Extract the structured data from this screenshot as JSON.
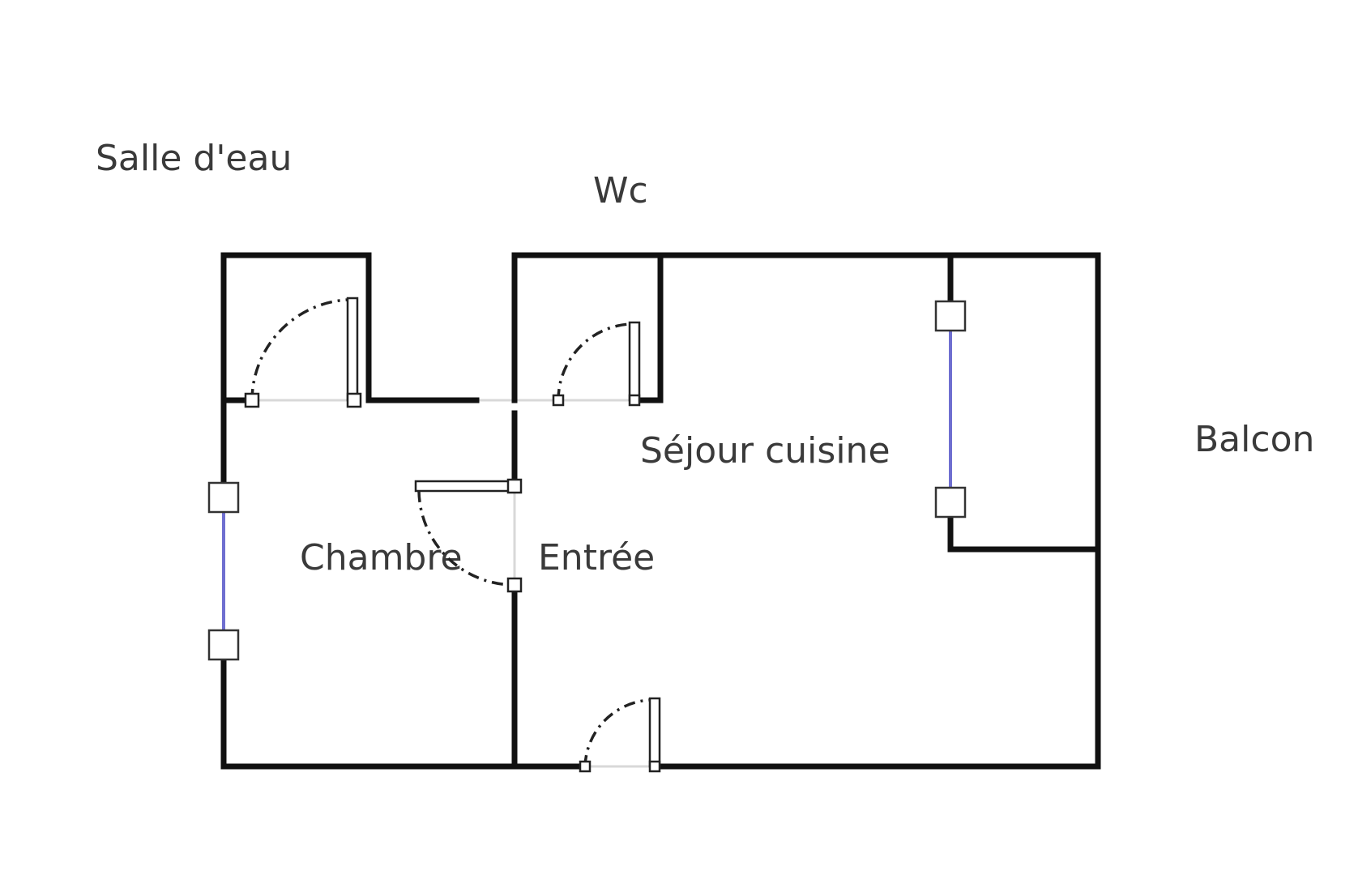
{
  "rooms": {
    "salle_deau": "Salle d'eau",
    "wc": "Wc",
    "sejour_cuisine": "Séjour cuisine",
    "balcon": "Balcon",
    "chambre": "Chambre",
    "entree": "Entrée"
  },
  "colors": {
    "wall": "#111111",
    "window": "#6f6fd0",
    "label": "#3a3a3a"
  }
}
